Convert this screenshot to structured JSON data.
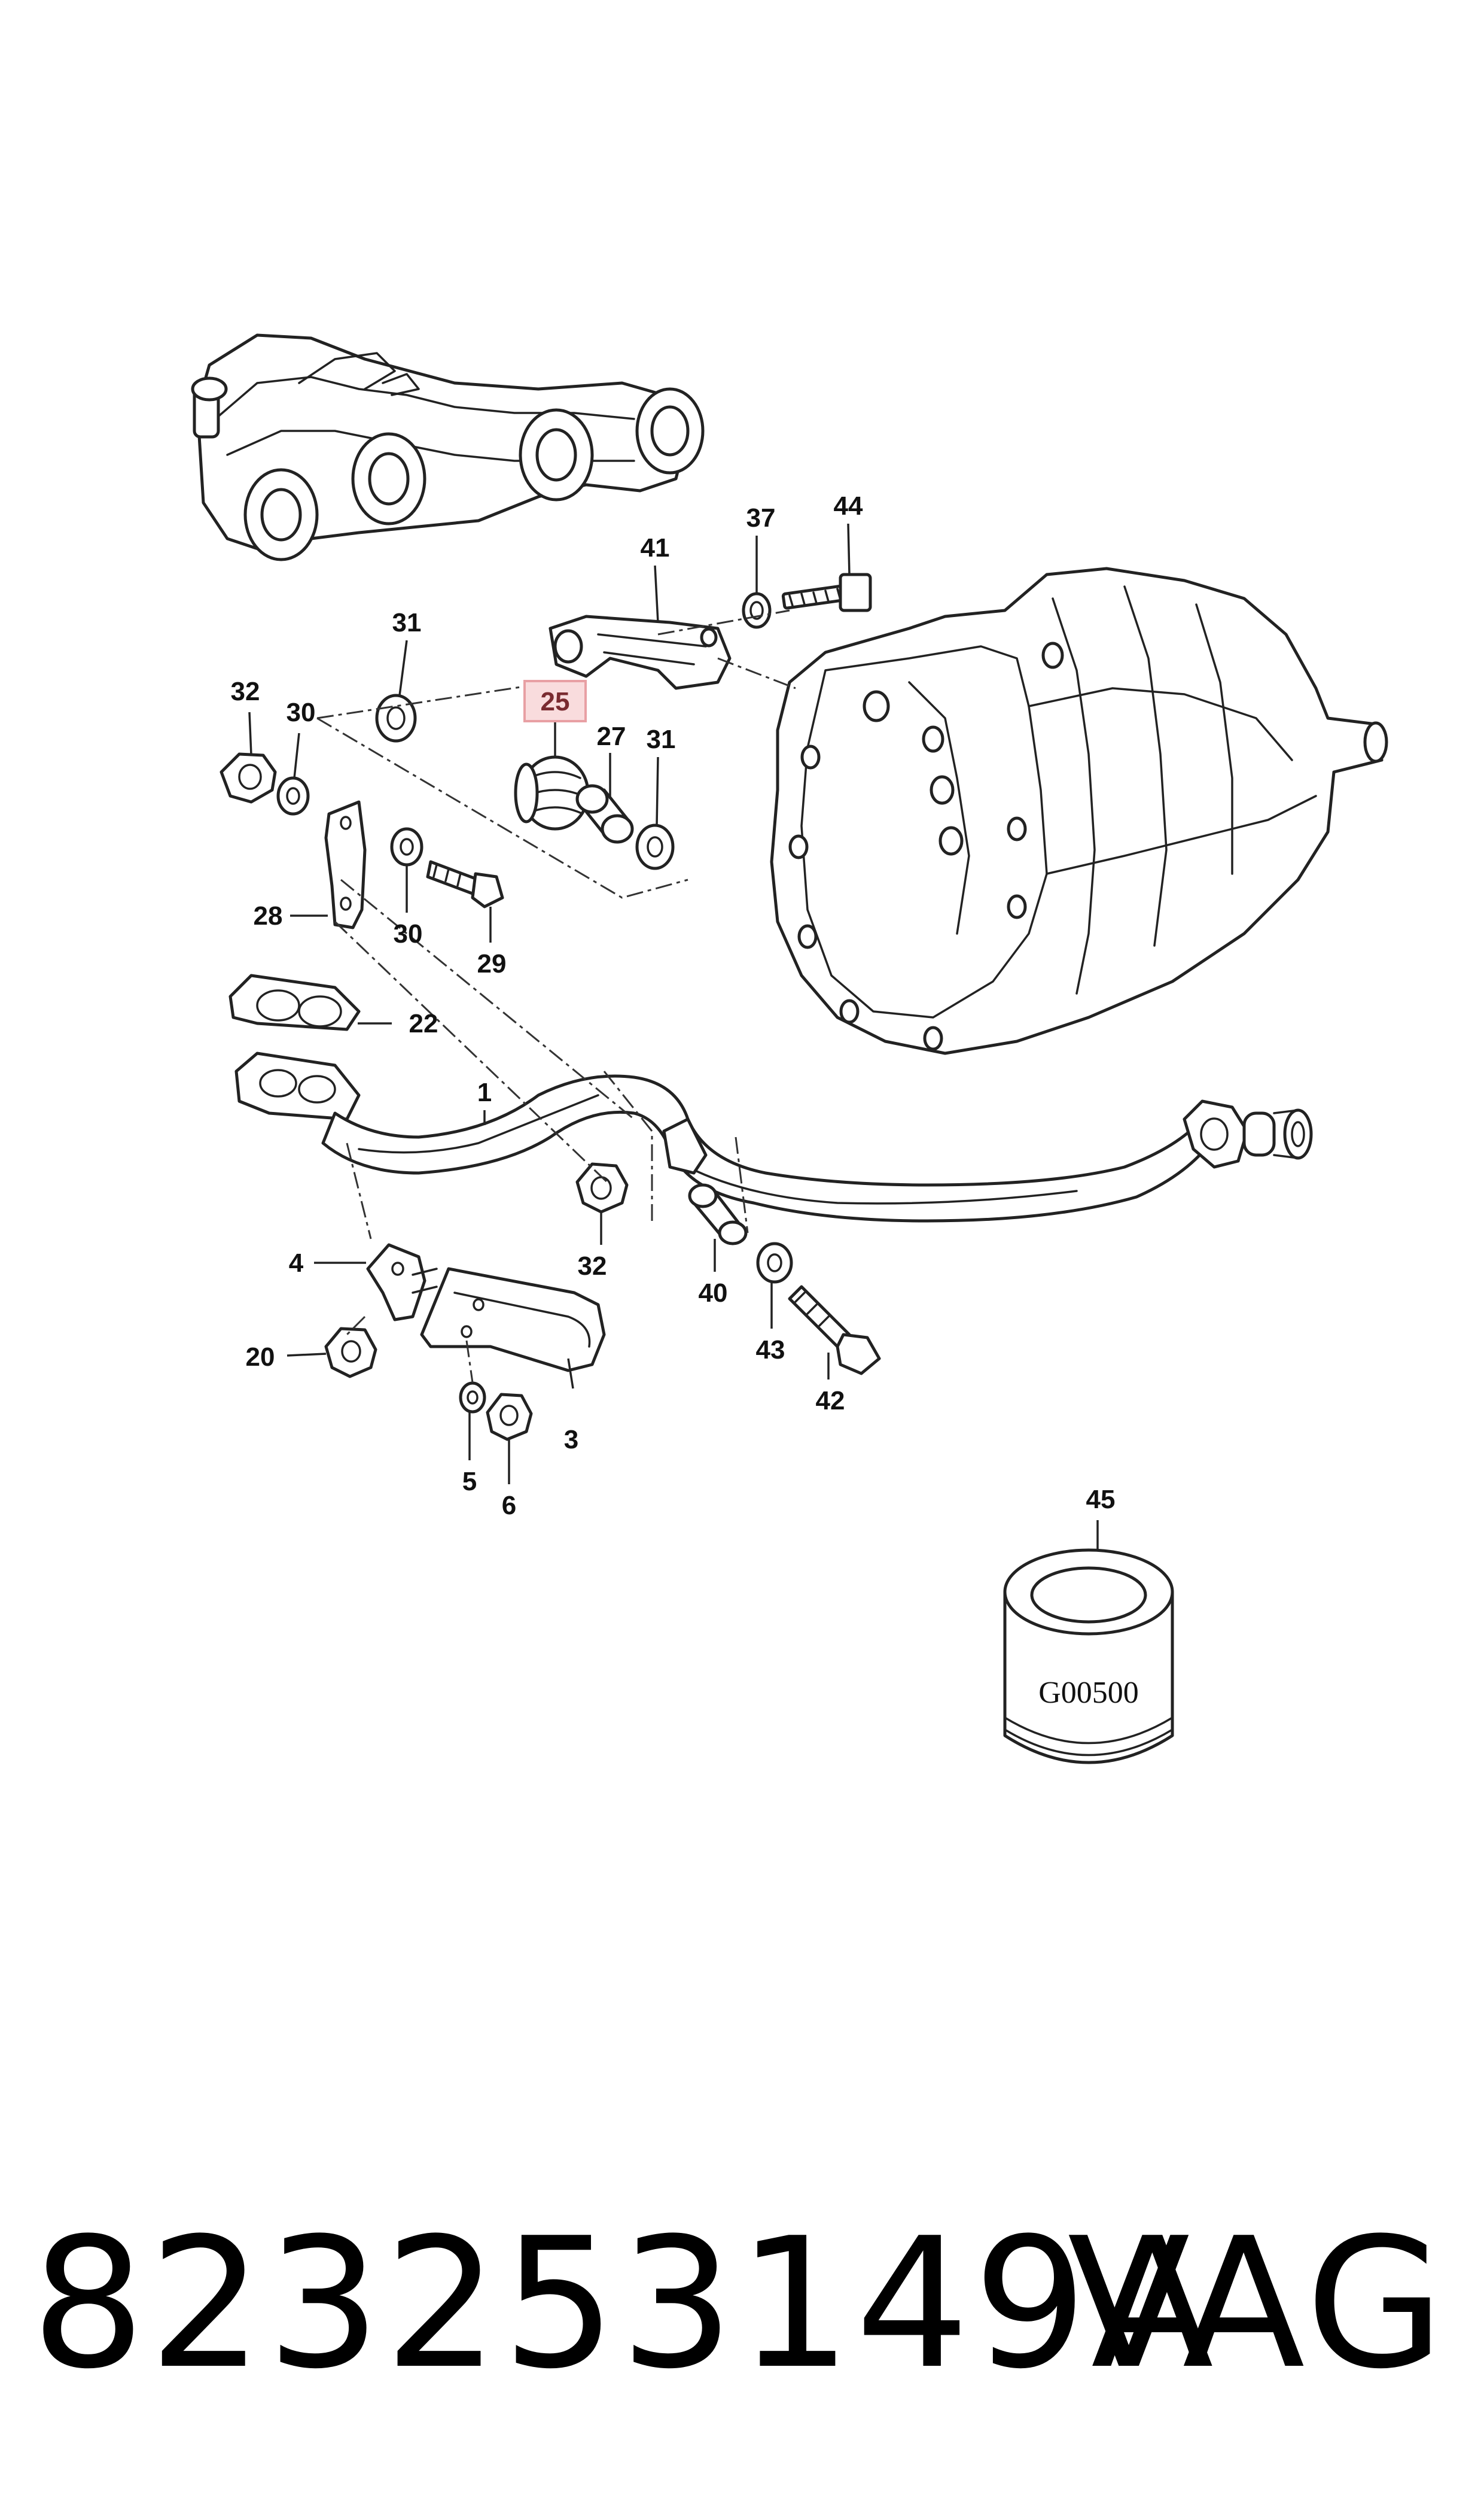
{
  "callouts": {
    "c1": "1",
    "c3": "3",
    "c4": "4",
    "c5": "5",
    "c6": "6",
    "c20": "20",
    "c22": "22",
    "c25": "25",
    "c27": "27",
    "c28": "28",
    "c29": "29",
    "c30a": "30",
    "c30b": "30",
    "c31a": "31",
    "c31b": "31",
    "c32a": "32",
    "c32b": "32",
    "c37": "37",
    "c40": "40",
    "c41": "41",
    "c42": "42",
    "c43": "43",
    "c44": "44",
    "c45": "45"
  },
  "filter_label": "G00500",
  "highlighted_callout": "25",
  "highlight_color": "#e8a0a4",
  "footer": {
    "part_number": "823253149A",
    "brand": "VAG"
  }
}
